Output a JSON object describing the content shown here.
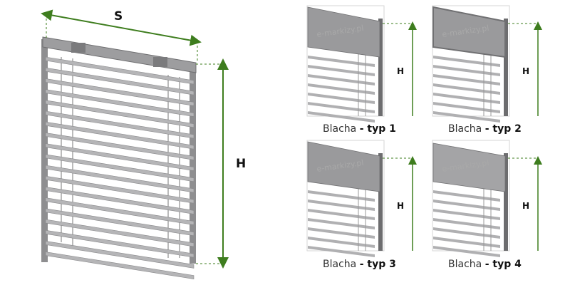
{
  "main_diagram": {
    "width_label": "S",
    "height_label": "H",
    "slat_count": 19
  },
  "variants": [
    {
      "caption_prefix": "Blacha",
      "caption_type": "- typ 1",
      "height_label": "H",
      "watermark": "e-markizy.pl"
    },
    {
      "caption_prefix": "Blacha",
      "caption_type": "- typ 2",
      "height_label": "H",
      "watermark": "e-markizy.pl"
    },
    {
      "caption_prefix": "Blacha",
      "caption_type": "- typ 3",
      "height_label": "H",
      "watermark": "e-markizy.pl"
    },
    {
      "caption_prefix": "Blacha",
      "caption_type": "- typ 4",
      "height_label": "H",
      "watermark": "e-markizy.pl"
    }
  ],
  "colors": {
    "dimension": "#3e7d1e",
    "frame": "#8e8e90",
    "slat": "#b5b5b7",
    "panel_border": "#d6d6d6"
  }
}
